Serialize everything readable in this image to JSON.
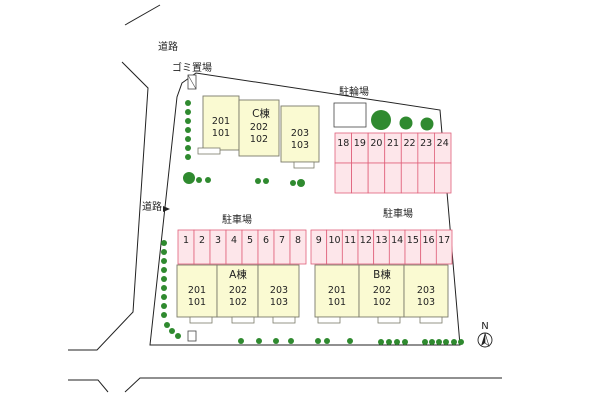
{
  "colors": {
    "building_fill": "#fafad2",
    "building_stroke": "#7a7a6a",
    "parking_fill": "#fde6ea",
    "parking_stroke": "#e0607a",
    "tree": "#2f8a2f",
    "lot_outline": "#222222"
  },
  "labels": {
    "road_top": "道路",
    "road_left": "道路",
    "garbage": "ゴミ置場",
    "bicycle": "駐輪場",
    "parking_left": "駐車場",
    "parking_right": "駐車場",
    "north": "N"
  },
  "buildings": [
    {
      "name": "C棟",
      "rooms": [
        "201",
        "101",
        "202",
        "102",
        "203",
        "103"
      ]
    },
    {
      "name": "A棟",
      "rooms": [
        "201",
        "101",
        "202",
        "102",
        "203",
        "103"
      ]
    },
    {
      "name": "B棟",
      "rooms": [
        "201",
        "101",
        "202",
        "102",
        "203",
        "103"
      ]
    }
  ],
  "parking": {
    "left_row": [
      "1",
      "2",
      "3",
      "4",
      "5",
      "6",
      "7",
      "8"
    ],
    "right_row": [
      "9",
      "10",
      "11",
      "12",
      "13",
      "14",
      "15",
      "16",
      "17"
    ],
    "top_row": [
      "18",
      "19",
      "20",
      "21",
      "22",
      "23",
      "24"
    ]
  },
  "compass": {
    "icon": "north-arrow-icon"
  }
}
